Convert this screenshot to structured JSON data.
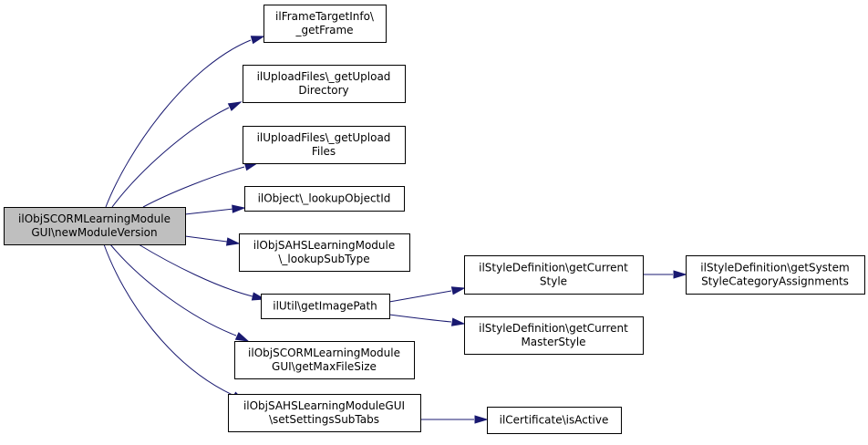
{
  "diagram": {
    "colors": {
      "edge": "#191970",
      "root_fill": "#bfbfbf",
      "node_fill": "#ffffff",
      "border": "#000000"
    },
    "nodes": [
      {
        "id": "root",
        "lines": [
          "ilObjSCORMLearningModule",
          "GUI\\newModuleVersion"
        ]
      },
      {
        "id": "getFrame",
        "lines": [
          "ilFrameTargetInfo\\",
          "_getFrame"
        ]
      },
      {
        "id": "getUploadDirectory",
        "lines": [
          "ilUploadFiles\\_getUpload",
          "Directory"
        ]
      },
      {
        "id": "getUploadFiles",
        "lines": [
          "ilUploadFiles\\_getUpload",
          "Files"
        ]
      },
      {
        "id": "lookupObjectId",
        "lines": [
          "ilObject\\_lookupObjectId"
        ]
      },
      {
        "id": "lookupSubType",
        "lines": [
          "ilObjSAHSLearningModule",
          "\\_lookupSubType"
        ]
      },
      {
        "id": "getImagePath",
        "lines": [
          "ilUtil\\getImagePath"
        ]
      },
      {
        "id": "getMaxFileSize",
        "lines": [
          "ilObjSCORMLearningModule",
          "GUI\\getMaxFileSize"
        ]
      },
      {
        "id": "setSettingsSubTabs",
        "lines": [
          "ilObjSAHSLearningModuleGUI",
          "\\setSettingsSubTabs"
        ]
      },
      {
        "id": "getCurrentStyle",
        "lines": [
          "ilStyleDefinition\\getCurrent",
          "Style"
        ]
      },
      {
        "id": "getCurrentMasterStyle",
        "lines": [
          "ilStyleDefinition\\getCurrent",
          "MasterStyle"
        ]
      },
      {
        "id": "getSystemStyleCategoryAssignments",
        "lines": [
          "ilStyleDefinition\\getSystem",
          "StyleCategoryAssignments"
        ]
      },
      {
        "id": "isActive",
        "lines": [
          "ilCertificate\\isActive"
        ]
      }
    ],
    "edges": [
      {
        "from": "root",
        "to": "getFrame"
      },
      {
        "from": "root",
        "to": "getUploadDirectory"
      },
      {
        "from": "root",
        "to": "getUploadFiles"
      },
      {
        "from": "root",
        "to": "lookupObjectId"
      },
      {
        "from": "root",
        "to": "lookupSubType"
      },
      {
        "from": "root",
        "to": "getImagePath"
      },
      {
        "from": "root",
        "to": "getMaxFileSize"
      },
      {
        "from": "root",
        "to": "setSettingsSubTabs"
      },
      {
        "from": "getImagePath",
        "to": "getCurrentStyle"
      },
      {
        "from": "getImagePath",
        "to": "getCurrentMasterStyle"
      },
      {
        "from": "getCurrentStyle",
        "to": "getSystemStyleCategoryAssignments"
      },
      {
        "from": "setSettingsSubTabs",
        "to": "isActive"
      }
    ]
  }
}
